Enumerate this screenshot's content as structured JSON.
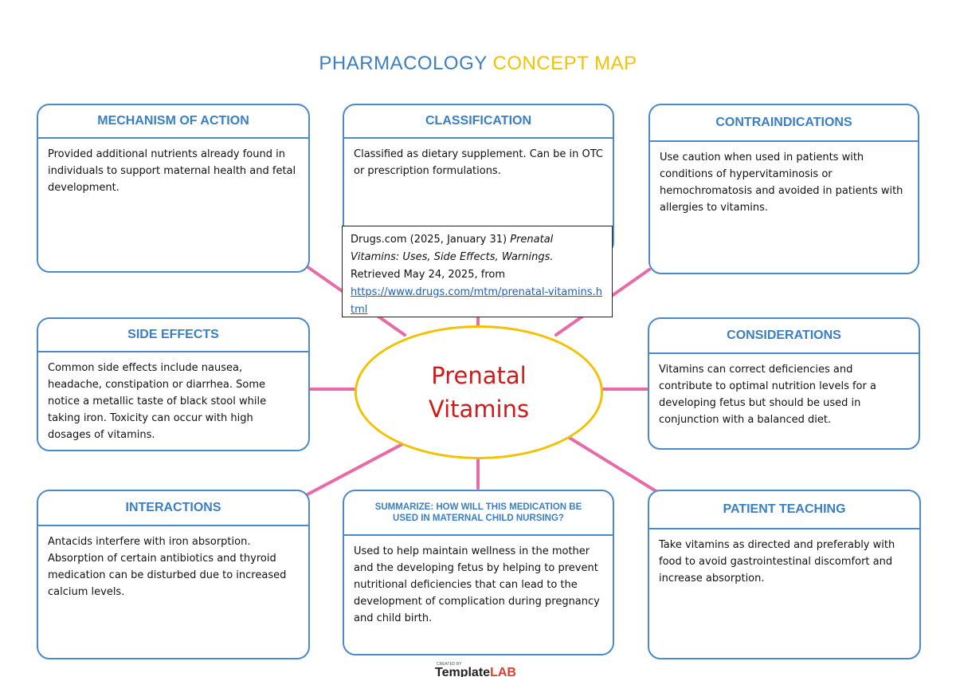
{
  "title": {
    "part1": "PHARMACOLOGY",
    "part2": "CONCEPT MAP"
  },
  "center": {
    "line1": "Prenatal",
    "line2": "Vitamins"
  },
  "boxes": {
    "mechanism": {
      "header": "MECHANISM OF ACTION",
      "body": "Provided additional nutrients already found in individuals to support maternal health and fetal development."
    },
    "classification": {
      "header": "CLASSIFICATION",
      "body": "Classified as dietary supplement. Can be in OTC or prescription formulations."
    },
    "contraindications": {
      "header": "CONTRAINDICATIONS",
      "body": "Use caution when used in patients with conditions of hypervitaminosis or hemochromatosis and avoided in patients with allergies to vitamins."
    },
    "side_effects": {
      "header": "SIDE EFFECTS",
      "body": "Common side effects include nausea, headache, constipation or diarrhea. Some notice a metallic taste of black stool while taking iron. Toxicity can occur with high dosages of vitamins."
    },
    "considerations": {
      "header": "CONSIDERATIONS",
      "body": "Vitamins can correct deficiencies and contribute to optimal nutrition levels for a developing fetus but should be used in conjunction with a balanced diet."
    },
    "interactions": {
      "header": "INTERACTIONS",
      "body": "Antacids interfere with iron absorption. Absorption of certain antibiotics and thyroid medication can be disturbed due to increased calcium levels."
    },
    "summarize": {
      "header": "SUMMARIZE: HOW WILL THIS MEDICATION BE USED IN MATERNAL CHILD NURSING?",
      "body": "Used to help maintain wellness in the mother and the developing fetus by helping to prevent nutritional deficiencies that can lead to the development of complication during pregnancy and child birth."
    },
    "patient_teaching": {
      "header": "PATIENT TEACHING",
      "body": "Take vitamins as directed and preferably with food to avoid gastrointestinal discomfort and increase absorption."
    }
  },
  "citation": {
    "prefix": "Drugs.com (2025, January 31) ",
    "italic": "Prenatal Vitamins: Uses, Side Effects, Warnings.",
    "suffix": " Retrieved May 24, 2025, from",
    "link": "https://www.drugs.com/mtm/prenatal-vitamins.html"
  },
  "logo": {
    "small": "CREATED BY",
    "main": "Template",
    "accent": "LAB"
  },
  "colors": {
    "accent_blue": "#4a89cc",
    "accent_yellow": "#f2c200",
    "connector_pink": "#e86aa6",
    "center_text_red": "#d11a1a"
  }
}
